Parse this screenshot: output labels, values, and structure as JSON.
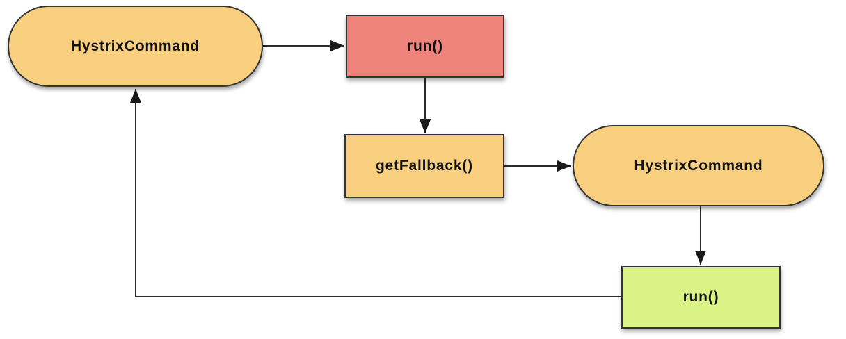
{
  "diagram": {
    "type": "flowchart",
    "background": "#ffffff",
    "line_color": "#2a2a2a",
    "border_color": "#333333",
    "text_color": "#111111",
    "nodes": [
      {
        "id": "hystrix-command-1",
        "label": "HystrixCommand",
        "shape": "stadium",
        "fill": "#f7cf7f"
      },
      {
        "id": "run-primary",
        "label": "run()",
        "shape": "rectangle",
        "fill": "#ee837b"
      },
      {
        "id": "get-fallback",
        "label": "getFallback()",
        "shape": "rectangle",
        "fill": "#f7cf7f"
      },
      {
        "id": "hystrix-command-2",
        "label": "HystrixCommand",
        "shape": "stadium",
        "fill": "#f7cf7f"
      },
      {
        "id": "run-fallback",
        "label": "run()",
        "shape": "rectangle",
        "fill": "#d9f386"
      }
    ],
    "edges": [
      {
        "from": "hystrix-command-1",
        "to": "run-primary"
      },
      {
        "from": "run-primary",
        "to": "get-fallback"
      },
      {
        "from": "get-fallback",
        "to": "hystrix-command-2"
      },
      {
        "from": "hystrix-command-2",
        "to": "run-fallback"
      },
      {
        "from": "run-fallback",
        "to": "hystrix-command-1"
      }
    ]
  }
}
